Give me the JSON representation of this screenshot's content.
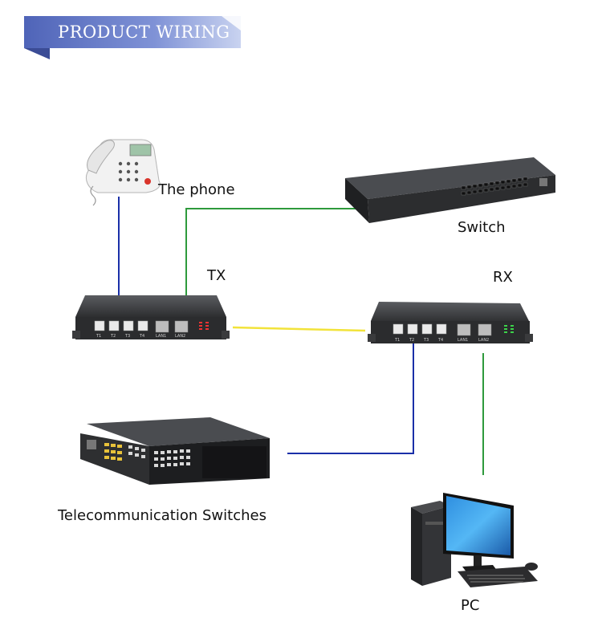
{
  "banner": {
    "title": "PRODUCT WIRING"
  },
  "labels": {
    "phone": "The phone",
    "switch": "Switch",
    "tx": "TX",
    "rx": "RX",
    "telecom": "Telecommunication Switches",
    "pc": "PC"
  },
  "ports": {
    "phone": [
      "T1",
      "T2",
      "T3",
      "T4"
    ],
    "lan": [
      "LAN1",
      "LAN2"
    ]
  },
  "colors": {
    "banner": "#5b6fbf",
    "line_phone": "#1a2fa8",
    "line_ethernet": "#2e9a3c",
    "line_fiber": "#f2e33a",
    "device_body": "#3a3b3d"
  }
}
